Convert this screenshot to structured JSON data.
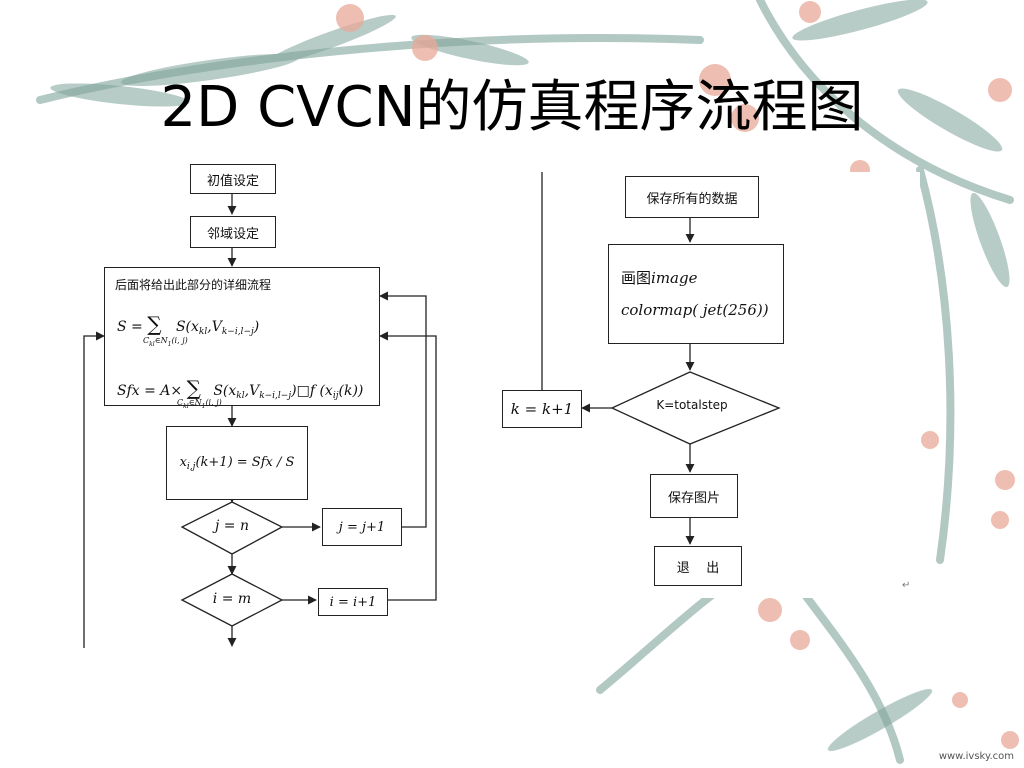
{
  "slide": {
    "title": "2D CVCN的仿真程序流程图",
    "watermark": "www.ivsky.com"
  },
  "left_flowchart": {
    "init": "初值设定",
    "neighbor": "邻域设定",
    "detail_note": "后面将给出此部分的详细流程",
    "formula_s_lhs": "S",
    "formula_s_rhs": "S(x",
    "formula_sfx_lhs": "Sfx = A×",
    "formula_sfx_rhs": "S(x",
    "sum_sub": "C",
    "update_formula": "x",
    "cond_j": "j = n",
    "inc_j": "j = j+1",
    "cond_i": "i = m",
    "inc_i": "i = i+1"
  },
  "right_flowchart": {
    "save_all": "保存所有的数据",
    "plot_line1": "画图",
    "plot_line1_math": "image",
    "plot_line2": "colormap( jet(256))",
    "cond_k": "K=totalstep",
    "inc_k": "k = k+1",
    "save_image": "保存图片",
    "exit": "退    出",
    "para_mark": "↵"
  },
  "colors": {
    "background": "#ffffff",
    "leaf_green": "#7fa39a",
    "petal_pink": "#e9a898",
    "line": "#222222"
  }
}
